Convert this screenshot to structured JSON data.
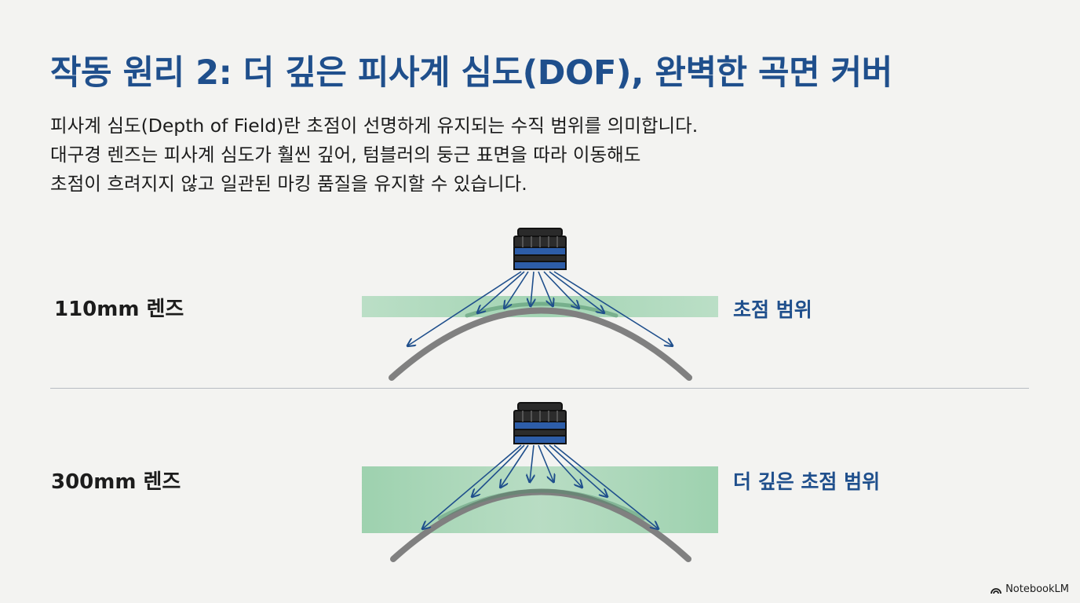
{
  "title": "작동 원리 2: 더 깊은 피사계 심도(DOF), 완벽한 곡면 커버",
  "description": [
    "피사계 심도(Depth of Field)란 초점이 선명하게 유지되는 수직 범위를 의미합니다.",
    "대구경 렌즈는 피사계 심도가 훨씬 깊어, 텀블러의 둥근 표면을 따라 이동해도",
    "초점이 흐려지지 않고 일관된 마킹 품질을 유지할 수 있습니다."
  ],
  "panels": [
    {
      "lens_label": "110mm 렌즈",
      "range_label": "초점 범위",
      "depth": "shallow"
    },
    {
      "lens_label": "300mm 렌즈",
      "range_label": "더 깊은 초점 범위",
      "depth": "deep"
    }
  ],
  "colors": {
    "title": "#1f4f8c",
    "focus_band": "#7cc398",
    "ray": "#1f4f8c",
    "surface": "#7e7e7e"
  },
  "brand": "NotebookLM"
}
